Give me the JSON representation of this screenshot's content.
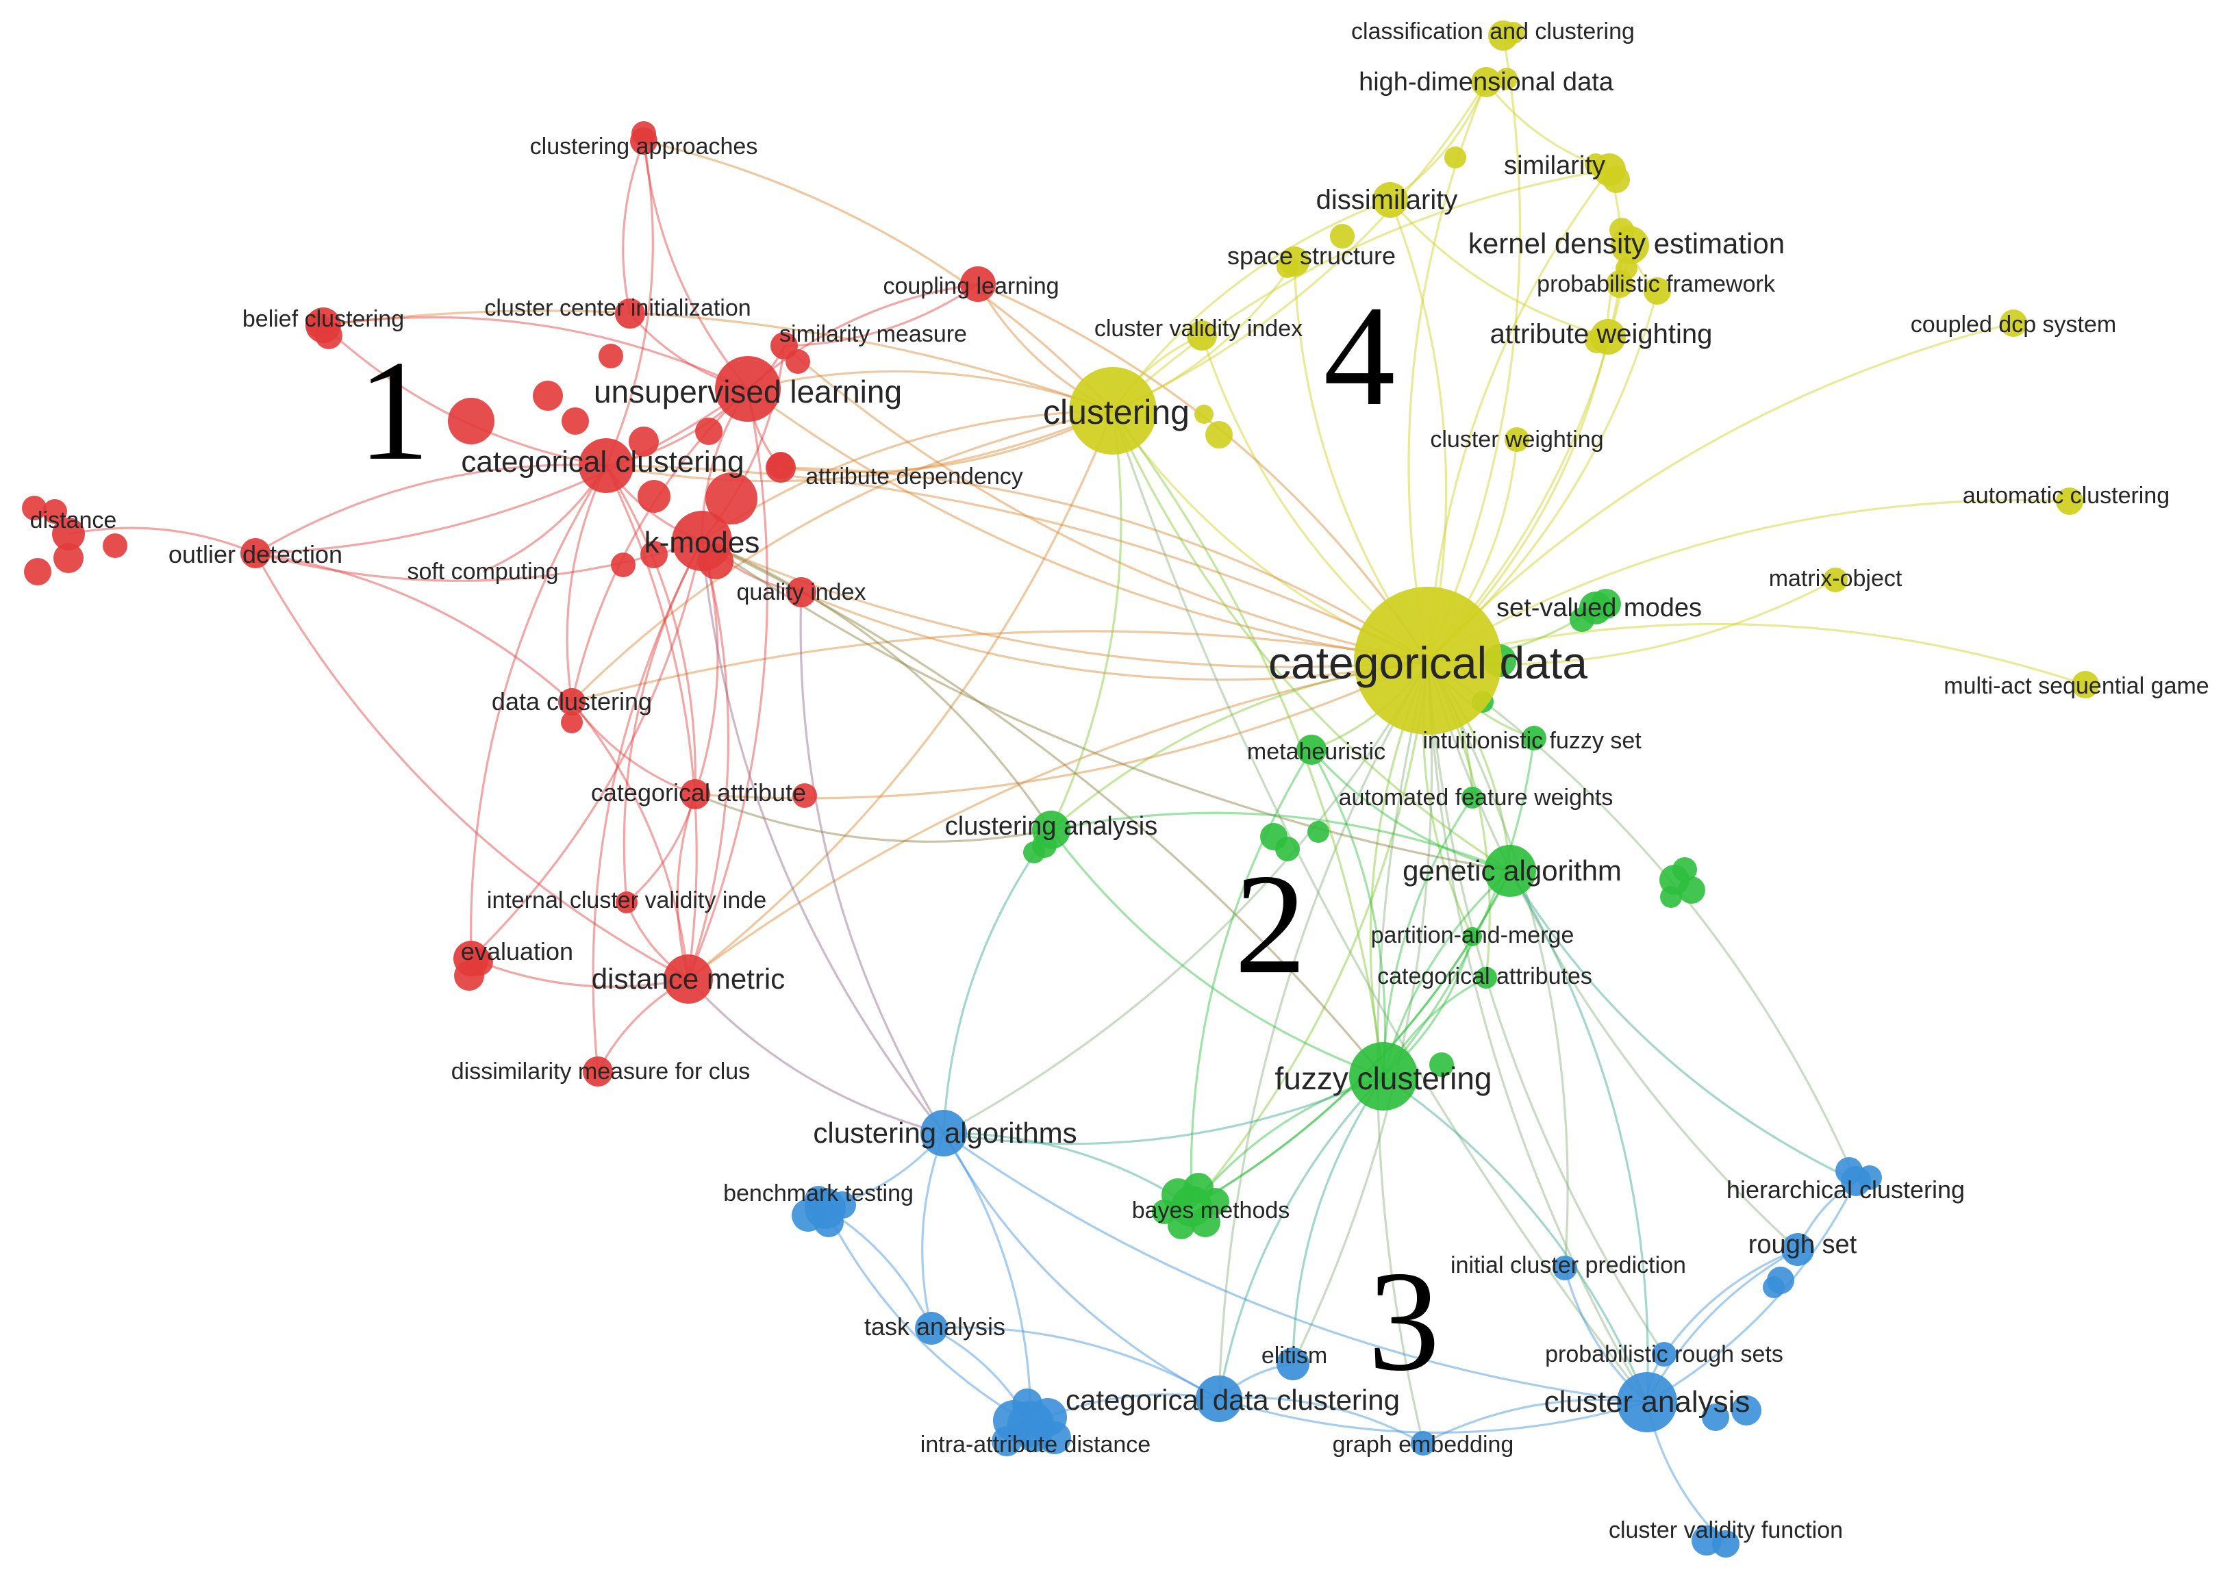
{
  "colors": {
    "red": "#e33b3b",
    "green": "#2fbf3e",
    "blue": "#3a8fd9",
    "yellow": "#cfcf1e"
  },
  "cluster_numbers": [
    {
      "id": "c1",
      "text": "1"
    },
    {
      "id": "c2",
      "text": "2"
    },
    {
      "id": "c3",
      "text": "3"
    },
    {
      "id": "c4",
      "text": "4"
    }
  ],
  "nodes": [
    {
      "id": "classification_and_clustering",
      "label": "classification and clustering",
      "cluster": "yellow"
    },
    {
      "id": "high_dimensional_data",
      "label": "high-dimensional data",
      "cluster": "yellow"
    },
    {
      "id": "dissimilarity",
      "label": "dissimilarity",
      "cluster": "yellow"
    },
    {
      "id": "similarity",
      "label": "similarity",
      "cluster": "yellow"
    },
    {
      "id": "kernel_density_estimation",
      "label": "kernel density estimation",
      "cluster": "yellow"
    },
    {
      "id": "space_structure",
      "label": "space structure",
      "cluster": "yellow"
    },
    {
      "id": "probabilistic_framework",
      "label": "probabilistic framework",
      "cluster": "yellow"
    },
    {
      "id": "cluster_validity_index",
      "label": "cluster validity index",
      "cluster": "yellow"
    },
    {
      "id": "attribute_weighting",
      "label": "attribute weighting",
      "cluster": "yellow"
    },
    {
      "id": "coupled_dcp_system",
      "label": "coupled dcp system",
      "cluster": "yellow"
    },
    {
      "id": "clustering",
      "label": "clustering",
      "cluster": "yellow"
    },
    {
      "id": "cluster_weighting",
      "label": "cluster weighting",
      "cluster": "yellow"
    },
    {
      "id": "automatic_clustering",
      "label": "automatic clustering",
      "cluster": "yellow"
    },
    {
      "id": "matrix_object",
      "label": "matrix-object",
      "cluster": "yellow"
    },
    {
      "id": "categorical_data",
      "label": "categorical data",
      "cluster": "yellow"
    },
    {
      "id": "multi_act_sequential_game",
      "label": "multi-act sequential game",
      "cluster": "yellow"
    },
    {
      "id": "set_valued_modes",
      "label": "set-valued modes",
      "cluster": "green"
    },
    {
      "id": "metaheuristic",
      "label": "metaheuristic",
      "cluster": "green"
    },
    {
      "id": "intuitionistic_fuzzy_set",
      "label": "intuitionistic fuzzy set",
      "cluster": "green"
    },
    {
      "id": "automated_feature_weights",
      "label": "automated feature weights",
      "cluster": "green"
    },
    {
      "id": "clustering_analysis",
      "label": "clustering analysis",
      "cluster": "green"
    },
    {
      "id": "genetic_algorithm",
      "label": "genetic algorithm",
      "cluster": "green"
    },
    {
      "id": "partition_and_merge",
      "label": "partition-and-merge",
      "cluster": "green"
    },
    {
      "id": "categorical_attributes",
      "label": "categorical attributes",
      "cluster": "green"
    },
    {
      "id": "fuzzy_clustering",
      "label": "fuzzy clustering",
      "cluster": "green"
    },
    {
      "id": "bayes_methods",
      "label": "bayes methods",
      "cluster": "green"
    },
    {
      "id": "clustering_approaches",
      "label": "clustering approaches",
      "cluster": "red"
    },
    {
      "id": "belief_clustering",
      "label": "belief clustering",
      "cluster": "red"
    },
    {
      "id": "cluster_center_initialization",
      "label": "cluster center initialization",
      "cluster": "red"
    },
    {
      "id": "coupling_learning",
      "label": "coupling learning",
      "cluster": "red"
    },
    {
      "id": "similarity_measure",
      "label": "similarity measure",
      "cluster": "red"
    },
    {
      "id": "unsupervised_learning",
      "label": "unsupervised learning",
      "cluster": "red"
    },
    {
      "id": "categorical_clustering",
      "label": "categorical clustering",
      "cluster": "red"
    },
    {
      "id": "attribute_dependency",
      "label": "attribute dependency",
      "cluster": "red"
    },
    {
      "id": "distance",
      "label": "distance",
      "cluster": "red"
    },
    {
      "id": "outlier_detection",
      "label": "outlier detection",
      "cluster": "red"
    },
    {
      "id": "k_modes",
      "label": "k-modes",
      "cluster": "red"
    },
    {
      "id": "soft_computing",
      "label": "soft computing",
      "cluster": "red"
    },
    {
      "id": "quality_index",
      "label": "quality index",
      "cluster": "red"
    },
    {
      "id": "data_clustering",
      "label": "data clustering",
      "cluster": "red"
    },
    {
      "id": "categorical_attribute",
      "label": "categorical attribute",
      "cluster": "red"
    },
    {
      "id": "internal_cluster_validity",
      "label": "internal cluster validity inde",
      "cluster": "red"
    },
    {
      "id": "evaluation",
      "label": "evaluation",
      "cluster": "red"
    },
    {
      "id": "distance_metric",
      "label": "distance metric",
      "cluster": "red"
    },
    {
      "id": "dissimilarity_measure",
      "label": "dissimilarity measure for clus",
      "cluster": "red"
    },
    {
      "id": "clustering_algorithms",
      "label": "clustering algorithms",
      "cluster": "blue"
    },
    {
      "id": "benchmark_testing",
      "label": "benchmark testing",
      "cluster": "blue"
    },
    {
      "id": "hierarchical_clustering",
      "label": "hierarchical clustering",
      "cluster": "blue"
    },
    {
      "id": "rough_set",
      "label": "rough set",
      "cluster": "blue"
    },
    {
      "id": "initial_cluster_prediction",
      "label": "initial cluster prediction",
      "cluster": "blue"
    },
    {
      "id": "task_analysis",
      "label": "task analysis",
      "cluster": "blue"
    },
    {
      "id": "elitism",
      "label": "elitism",
      "cluster": "blue"
    },
    {
      "id": "probabilistic_rough_sets",
      "label": "probabilistic rough sets",
      "cluster": "blue"
    },
    {
      "id": "categorical_data_clustering",
      "label": "categorical data clustering",
      "cluster": "blue"
    },
    {
      "id": "cluster_analysis",
      "label": "cluster analysis",
      "cluster": "blue"
    },
    {
      "id": "intra_attribute_distance",
      "label": "intra-attribute distance",
      "cluster": "blue"
    },
    {
      "id": "graph_embedding",
      "label": "graph embedding",
      "cluster": "blue"
    },
    {
      "id": "cluster_validity_function",
      "label": "cluster validity function",
      "cluster": "blue"
    }
  ]
}
